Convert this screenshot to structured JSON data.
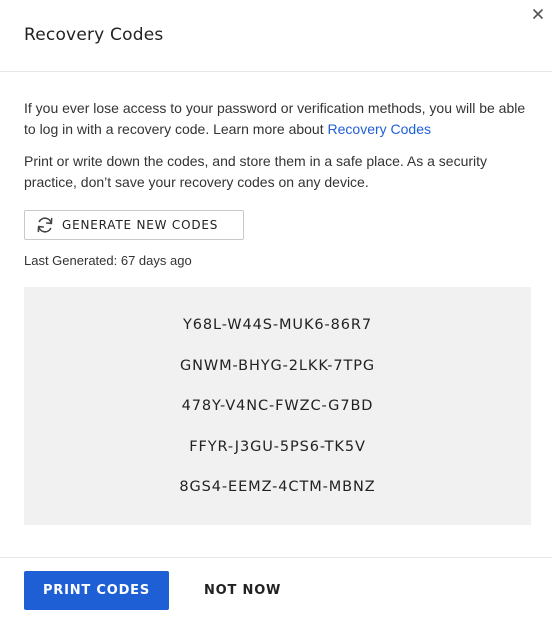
{
  "dialog": {
    "title": "Recovery Codes",
    "close_icon": "close-icon"
  },
  "body": {
    "intro_text": "If you ever lose access to your password or verification methods, you will be able to log in with a recovery code. Learn more about ",
    "intro_link": "Recovery Codes",
    "instructions": "Print or write down the codes, and store them in a safe place. As a security practice, don’t save your recovery codes on any device.",
    "generate_button": {
      "icon": "refresh-icon",
      "label": "GENERATE NEW CODES"
    },
    "last_generated": "Last Generated: 67 days ago"
  },
  "codes": [
    "Y68L-W44S-MUK6-86R7",
    "GNWM-BHYG-2LKK-7TPG",
    "478Y-V4NC-FWZC-G7BD",
    "FFYR-J3GU-5PS6-TK5V",
    "8GS4-EEMZ-4CTM-MBNZ"
  ],
  "footer": {
    "print_label": "PRINT CODES",
    "not_now_label": "NOT NOW"
  },
  "colors": {
    "accent": "#1f5fd6",
    "codes_background": "#f1f1f2"
  }
}
